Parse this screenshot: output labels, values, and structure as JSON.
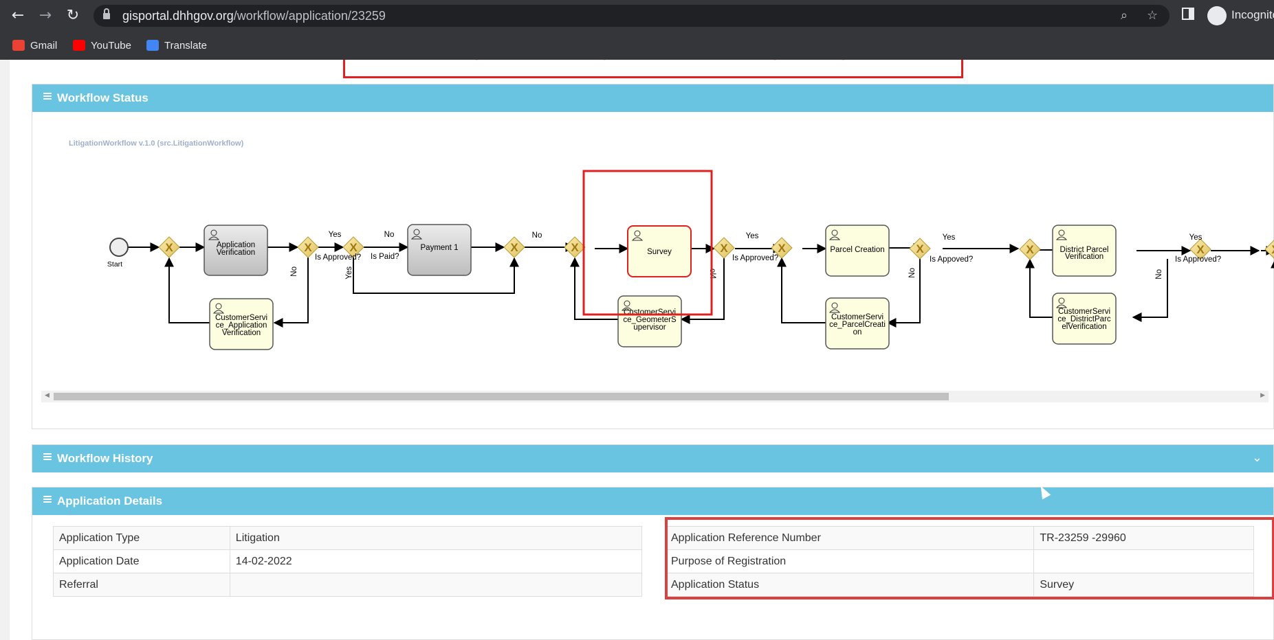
{
  "browser": {
    "url_host": "gisportal.dhhgov.org",
    "url_path": "/workflow/application/23259",
    "profile_label": "Incognito",
    "bookmarks": [
      {
        "label": "Gmail",
        "icon": "gmail-icon",
        "color": "#ea4335"
      },
      {
        "label": "YouTube",
        "icon": "youtube-icon",
        "color": "#ff0000"
      },
      {
        "label": "Translate",
        "icon": "translate-icon",
        "color": "#4285f4"
      }
    ]
  },
  "banner": {
    "text": "PROPERTY UNDER LITIGATION"
  },
  "workflow_status": {
    "title": "Workflow Status",
    "diagram_caption": "LitigationWorkflow v.1.0 (src.LitigationWorkflow)",
    "start_label": "Start",
    "tasks": {
      "application_verification": "Application Verification",
      "payment_1": "Payment 1",
      "survey": "Survey",
      "parcel_creation": "Parcel Creation",
      "district_parcel_verification": "District Parcel Verification",
      "cs_application_verification": "CustomerService_ApplicationVerification",
      "cs_geometers_supervisor": "CustomerService_GeometersSupervisor",
      "cs_parcel_creation": "CustomerService_ParcelCreation",
      "cs_district_parcel_verification": "CustomerService_DistrictParcelVerification"
    },
    "gateway_labels": {
      "is_approved_1": "Is Approved?",
      "is_paid": "Is Paid?",
      "is_approved_2": "Is Approved?",
      "is_appoved_3": "Is Appoved?",
      "is_approved_4": "Is Approved?"
    },
    "flow_labels": {
      "yes": "Yes",
      "no": "No"
    },
    "current_task": "Survey",
    "colors": {
      "active": "#e02020",
      "task_fill": "#fdfde0",
      "completed_fill": "#d8d8d8",
      "gateway": "#f0d060"
    }
  },
  "workflow_history": {
    "title": "Workflow History"
  },
  "application_details": {
    "title": "Application Details",
    "left": [
      {
        "label": "Application Type",
        "value": "Litigation"
      },
      {
        "label": "Application Date",
        "value": "14-02-2022"
      },
      {
        "label": "Referral",
        "value": ""
      }
    ],
    "right": [
      {
        "label": "Application Reference Number",
        "value": "TR-23259 -29960"
      },
      {
        "label": "Purpose of Registration",
        "value": ""
      },
      {
        "label": "Application Status",
        "value": "Survey"
      }
    ]
  },
  "theme": {
    "panel_header": "#68c4e0",
    "highlight": "#e02020"
  }
}
